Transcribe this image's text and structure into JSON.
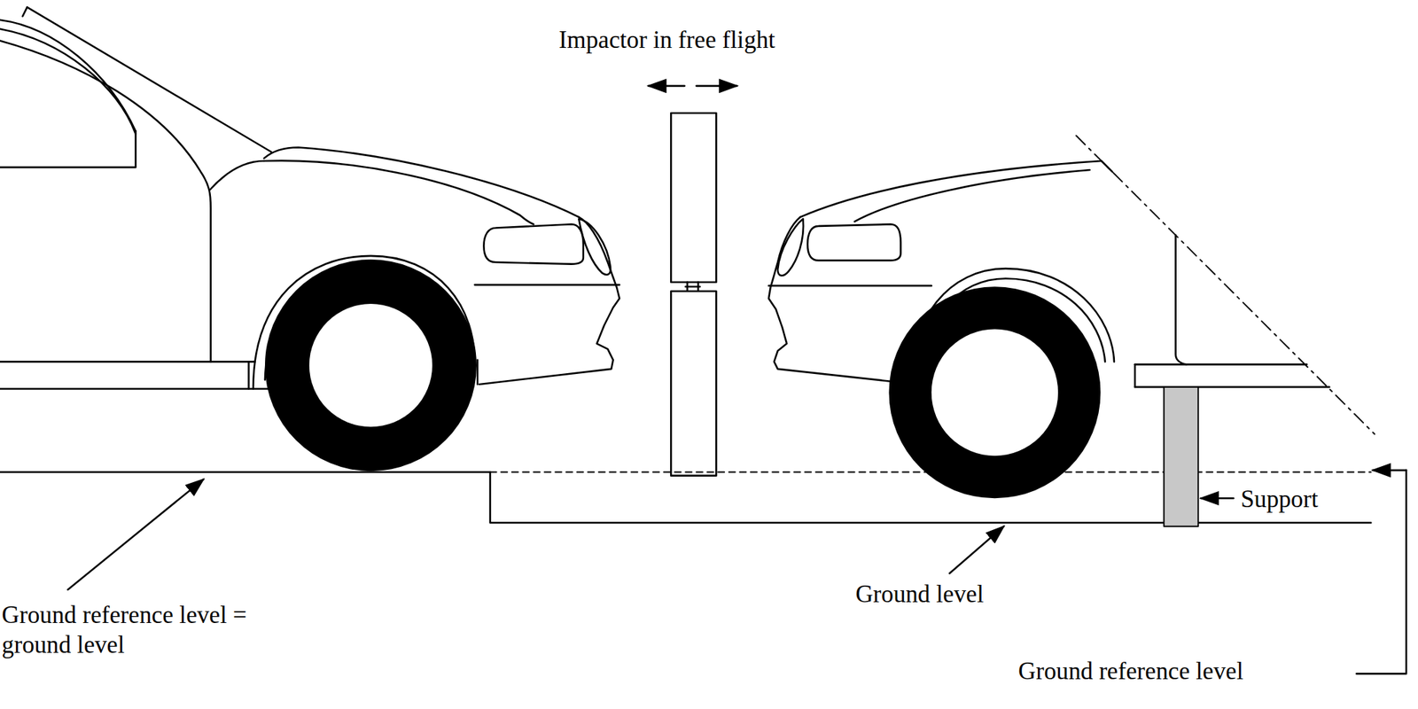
{
  "diagram": {
    "labels": [
      "Impactor in free flight",
      "Ground reference level = ground level",
      "Ground level",
      "Support",
      "Ground reference level"
    ]
  }
}
